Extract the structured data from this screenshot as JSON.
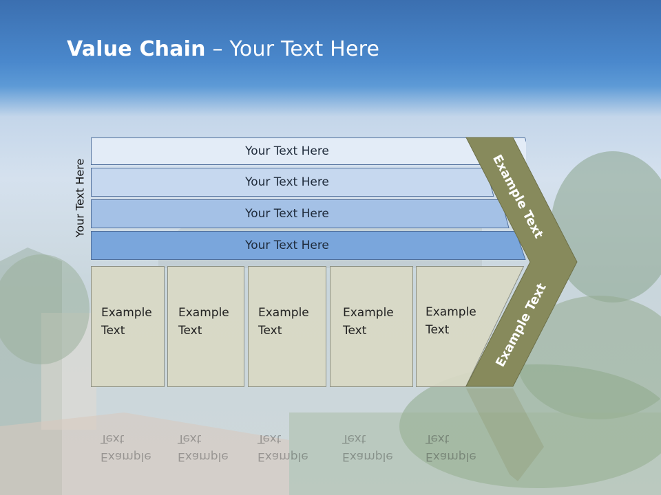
{
  "slide": {
    "title_bold": "Value Chain",
    "title_rest": " – Your Text Here",
    "side_label": "Your Text Here"
  },
  "bands": [
    {
      "label": "Your Text Here",
      "fill": "#e3ecf7"
    },
    {
      "label": "Your Text Here",
      "fill": "#c6d8ef"
    },
    {
      "label": "Your Text Here",
      "fill": "#a4c1e6"
    },
    {
      "label": "Your Text Here",
      "fill": "#7aa6dc"
    }
  ],
  "boxes": [
    {
      "line1": "Example",
      "line2": "Text"
    },
    {
      "line1": "Example",
      "line2": "Text"
    },
    {
      "line1": "Example",
      "line2": "Text"
    },
    {
      "line1": "Example",
      "line2": "Text"
    },
    {
      "line1": "Example",
      "line2": "Text"
    }
  ],
  "chevron": {
    "upper_label": "Example Text",
    "lower_label": "Example Text",
    "fill": "#878a5c"
  }
}
